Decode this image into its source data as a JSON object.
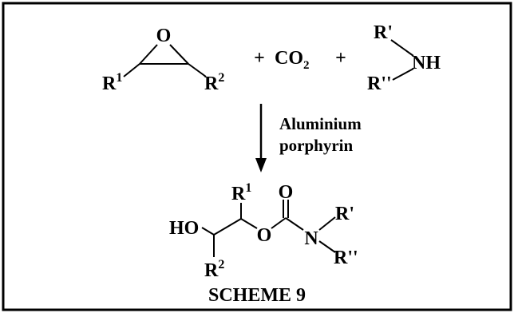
{
  "reactants": {
    "epoxide": {
      "oxygen": "O",
      "r1_base": "R",
      "r1_sup": "1",
      "r2_base": "R",
      "r2_sup": "2"
    },
    "plus_1": "+",
    "co2": {
      "base": "CO",
      "sub": "2"
    },
    "plus_2": "+",
    "amine": {
      "r_prime": "R'",
      "nh": "NH",
      "r_double_prime": "R''"
    }
  },
  "reagent": {
    "line1": "Aluminium",
    "line2": "porphyrin"
  },
  "product": {
    "ho": "HO",
    "r1_base": "R",
    "r1_sup": "1",
    "r2_base": "R",
    "r2_sup": "2",
    "carbonyl_o": "O",
    "ester_o": "O",
    "n": "N",
    "r_prime": "R'",
    "r_double_prime": "R''"
  },
  "caption": "SCHEME 9"
}
